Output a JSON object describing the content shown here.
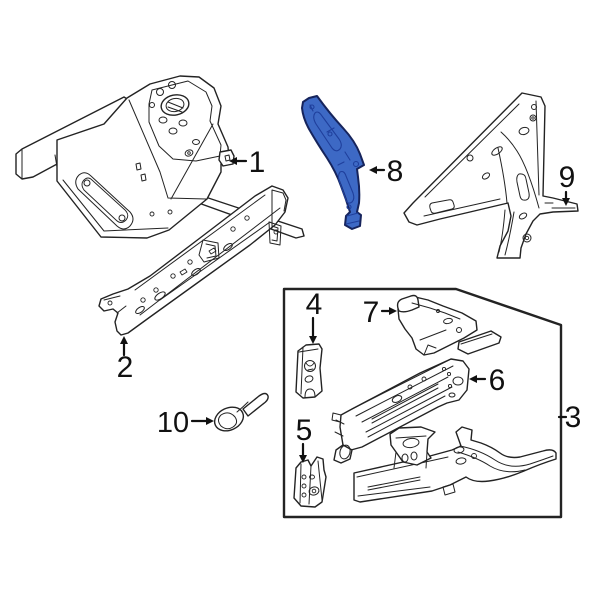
{
  "diagram": {
    "type": "exploded-parts-diagram",
    "background_color": "#ffffff",
    "line_color": "#232323",
    "label_color": "#111111",
    "box_part_number": "3",
    "highlighted_part": {
      "number": "8",
      "fill": "#3d69c5",
      "stroke": "#16245c",
      "detail": "#1f3f9c"
    },
    "callouts": [
      {
        "number": "1",
        "arrow": "left"
      },
      {
        "number": "2",
        "arrow": "up"
      },
      {
        "number": "3",
        "arrow": "tick"
      },
      {
        "number": "4",
        "arrow": "down"
      },
      {
        "number": "5",
        "arrow": "down"
      },
      {
        "number": "6",
        "arrow": "left"
      },
      {
        "number": "7",
        "arrow": "right"
      },
      {
        "number": "8",
        "arrow": "left"
      },
      {
        "number": "9",
        "arrow": "down"
      },
      {
        "number": "10",
        "arrow": "right"
      }
    ]
  }
}
